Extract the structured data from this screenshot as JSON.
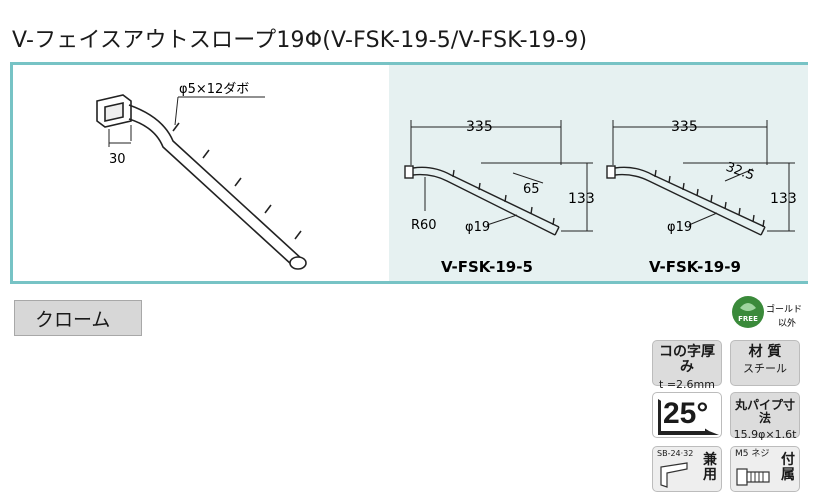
{
  "title": "V-フェイスアウトスロープ19Φ(V-FSK-19-5/V-FSK-19-9)",
  "drawing": {
    "perspective": {
      "pin_label": "φ5×12ダボ",
      "width_label": "30"
    },
    "model_5": {
      "length": "335",
      "pitch": "65",
      "height": "133",
      "radius": "R60",
      "pipe": "φ19",
      "name": "V-FSK-19-5"
    },
    "model_9": {
      "length": "335",
      "pitch": "32.5",
      "height": "133",
      "pipe": "φ19",
      "name": "V-FSK-19-9"
    }
  },
  "finish": "クローム",
  "free_badge": {
    "text_top": "ゴールド",
    "text_bottom": "以外",
    "logo_word": "FREE"
  },
  "specs": {
    "thickness_title": "コの字厚み",
    "thickness_value": "t =2.6mm",
    "material_title": "材 質",
    "material_value": "スチール",
    "angle": "25°",
    "pipe_title": "丸パイプ寸法",
    "pipe_value": "15.9φ×1.6t",
    "compatible_code": "SB-24·32",
    "compatible_label": "兼用",
    "screw_label": "M5 ネジ",
    "attached_label": "付属"
  }
}
